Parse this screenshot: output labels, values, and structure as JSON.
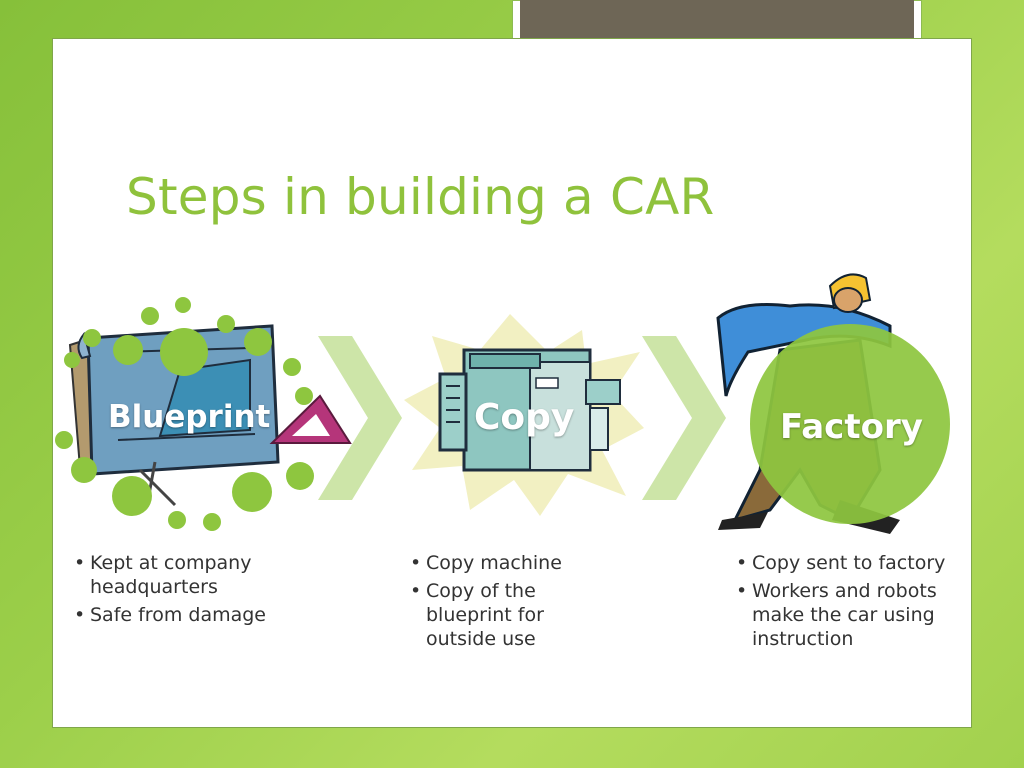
{
  "slide": {
    "title": "Steps in building a CAR"
  },
  "steps": [
    {
      "label": "Blueprint",
      "bullets": [
        "Kept at company headquarters",
        "Safe from damage"
      ]
    },
    {
      "label": "Copy",
      "bullets": [
        "Copy machine",
        "Copy of the blueprint for outside use"
      ]
    },
    {
      "label": "Factory",
      "bullets": [
        "Copy sent to factory",
        "Workers and robots make the car using instruction"
      ]
    }
  ],
  "colors": {
    "accent_green": "#8fc23c",
    "circle_green": "#8ec63f",
    "chevron_green": "#cde5a8",
    "background_green": "#9ccf4a",
    "tab_fill": "#6e6656"
  },
  "icons": [
    "blueprint-clipart",
    "chevron-arrow-icon",
    "copier-clipart",
    "worker-clipart"
  ]
}
